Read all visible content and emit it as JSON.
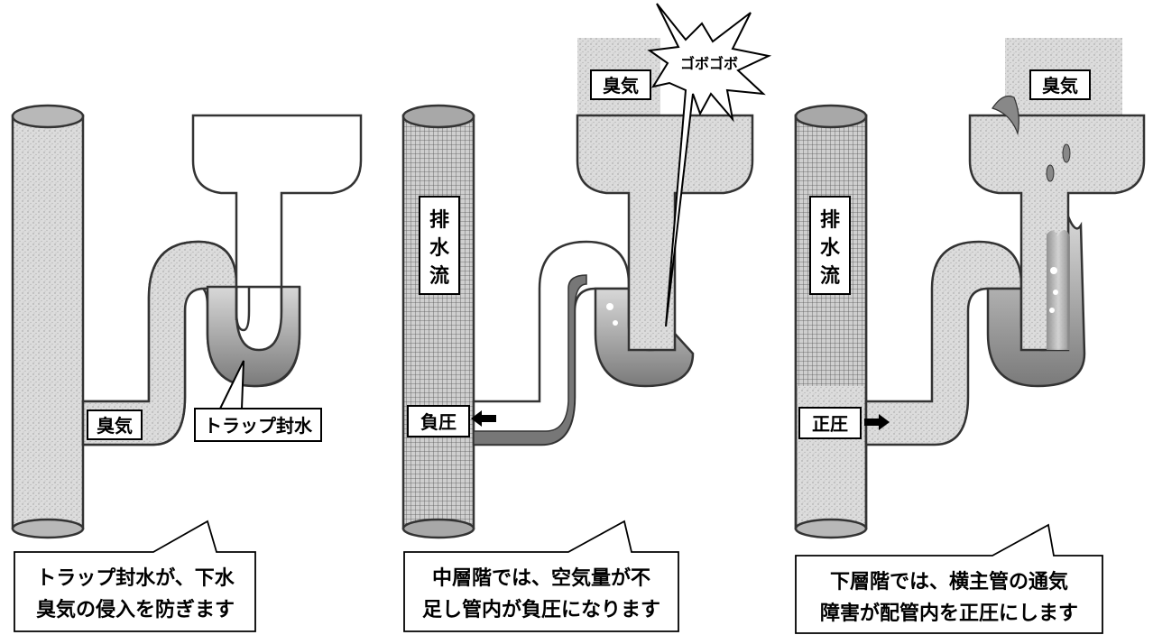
{
  "panel_left": {
    "odor_label": "臭気",
    "trap_label": "トラップ封水",
    "caption_line1": "トラップ封水が、下水",
    "caption_line2": "臭気の侵入を防ぎます"
  },
  "panel_middle": {
    "odor_label": "臭気",
    "gurgle_label": "ゴボゴボ",
    "pipe_label_chars": [
      "排",
      "水",
      "流"
    ],
    "pressure_label": "負圧",
    "caption_line1": "中層階では、空気量が不",
    "caption_line2": "足し管内が負圧になります"
  },
  "panel_right": {
    "odor_label": "臭気",
    "pipe_label_chars": [
      "排",
      "水",
      "流"
    ],
    "pressure_label": "正圧",
    "caption_line1": "下層階では、横主管の通気",
    "caption_line2": "障害が配管内を正圧にします"
  }
}
